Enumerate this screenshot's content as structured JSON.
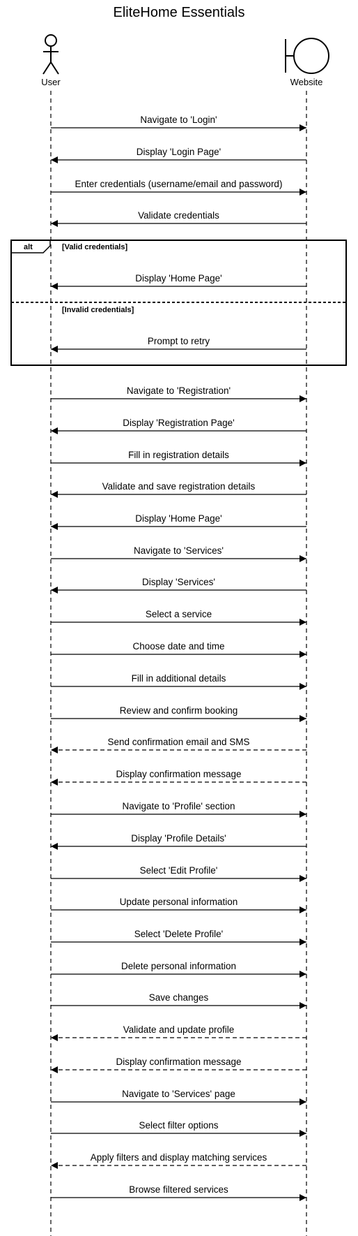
{
  "diagram": {
    "title": "EliteHome Essentials",
    "participants": [
      {
        "id": "user",
        "label": "User",
        "icon": "actor-icon"
      },
      {
        "id": "website",
        "label": "Website",
        "icon": "boundary-icon"
      }
    ],
    "fragment": {
      "operator": "alt",
      "operands": [
        {
          "guard": "[Valid credentials]"
        },
        {
          "guard": "[Invalid credentials]"
        }
      ]
    },
    "messages": [
      {
        "label": "Navigate to 'Login'",
        "from": "user",
        "to": "website",
        "style": "solid"
      },
      {
        "label": "Display 'Login Page'",
        "from": "website",
        "to": "user",
        "style": "solid"
      },
      {
        "label": "Enter credentials (username/email and password)",
        "from": "user",
        "to": "website",
        "style": "solid"
      },
      {
        "label": "Validate credentials",
        "from": "website",
        "to": "user",
        "style": "solid"
      },
      {
        "label": "Display 'Home Page'",
        "from": "website",
        "to": "user",
        "style": "solid",
        "fragment_operand": 0
      },
      {
        "label": "Prompt to retry",
        "from": "website",
        "to": "user",
        "style": "solid",
        "fragment_operand": 1
      },
      {
        "label": "Navigate to 'Registration'",
        "from": "user",
        "to": "website",
        "style": "solid"
      },
      {
        "label": "Display 'Registration Page'",
        "from": "website",
        "to": "user",
        "style": "solid"
      },
      {
        "label": "Fill in registration details",
        "from": "user",
        "to": "website",
        "style": "solid"
      },
      {
        "label": "Validate and save registration details",
        "from": "website",
        "to": "user",
        "style": "solid"
      },
      {
        "label": "Display 'Home Page'",
        "from": "website",
        "to": "user",
        "style": "solid"
      },
      {
        "label": "Navigate to 'Services'",
        "from": "user",
        "to": "website",
        "style": "solid"
      },
      {
        "label": "Display 'Services'",
        "from": "website",
        "to": "user",
        "style": "solid"
      },
      {
        "label": "Select a service",
        "from": "user",
        "to": "website",
        "style": "solid"
      },
      {
        "label": "Choose date and time",
        "from": "user",
        "to": "website",
        "style": "solid"
      },
      {
        "label": "Fill in additional details",
        "from": "user",
        "to": "website",
        "style": "solid"
      },
      {
        "label": "Review and confirm booking",
        "from": "user",
        "to": "website",
        "style": "solid"
      },
      {
        "label": "Send confirmation email and SMS",
        "from": "website",
        "to": "user",
        "style": "dashed"
      },
      {
        "label": "Display confirmation message",
        "from": "website",
        "to": "user",
        "style": "dashed"
      },
      {
        "label": "Navigate to 'Profile' section",
        "from": "user",
        "to": "website",
        "style": "solid"
      },
      {
        "label": "Display 'Profile Details'",
        "from": "website",
        "to": "user",
        "style": "solid"
      },
      {
        "label": "Select 'Edit Profile'",
        "from": "user",
        "to": "website",
        "style": "solid"
      },
      {
        "label": "Update personal information",
        "from": "user",
        "to": "website",
        "style": "solid"
      },
      {
        "label": "Select 'Delete Profile'",
        "from": "user",
        "to": "website",
        "style": "solid"
      },
      {
        "label": "Delete personal information",
        "from": "user",
        "to": "website",
        "style": "solid"
      },
      {
        "label": "Save changes",
        "from": "user",
        "to": "website",
        "style": "solid"
      },
      {
        "label": "Validate and update profile",
        "from": "website",
        "to": "user",
        "style": "dashed"
      },
      {
        "label": "Display confirmation message",
        "from": "website",
        "to": "user",
        "style": "dashed"
      },
      {
        "label": "Navigate to 'Services' page",
        "from": "user",
        "to": "website",
        "style": "solid"
      },
      {
        "label": "Select filter options",
        "from": "user",
        "to": "website",
        "style": "solid"
      },
      {
        "label": "Apply filters and display matching services",
        "from": "website",
        "to": "user",
        "style": "dashed"
      },
      {
        "label": "Browse filtered services",
        "from": "user",
        "to": "website",
        "style": "solid"
      }
    ]
  },
  "colors": {
    "line": "#000000",
    "background": "#ffffff"
  }
}
